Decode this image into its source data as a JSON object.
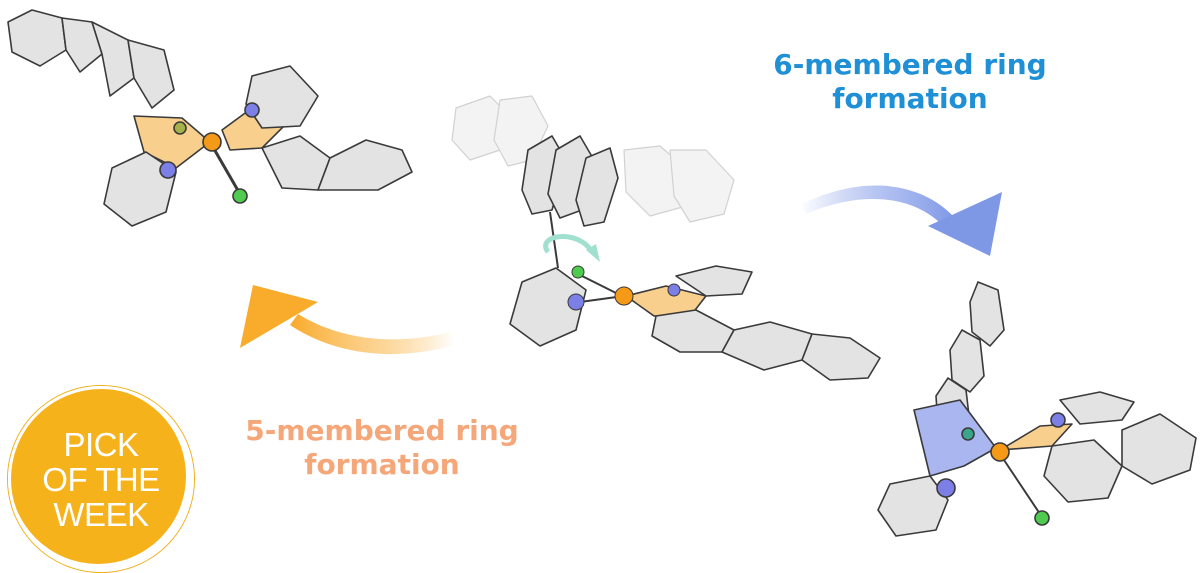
{
  "labels": {
    "six_line1": "6-membered ring",
    "six_line2": "formation",
    "five_line1": "5-membered ring",
    "five_line2": "formation"
  },
  "badge": {
    "line1": "PICK",
    "line2": "OF THE",
    "line3": "WEEK"
  },
  "colors": {
    "six_text": "#1f8fd6",
    "five_text": "#f5a77a",
    "badge": "#f6b21b",
    "arrow_blue": "#7f98e6",
    "arrow_orange": "#f9ab2b",
    "ring_fill": "#e3e3e3",
    "ring_stroke": "#3a3a3a",
    "chelate_orange": "#f8cf8c",
    "chelate_blue": "#a9b6ef",
    "metal": "#f59a16",
    "nitrogen": "#7b7fe6",
    "chloride": "#4fcc4f",
    "rotation": "#9fe0cf"
  }
}
